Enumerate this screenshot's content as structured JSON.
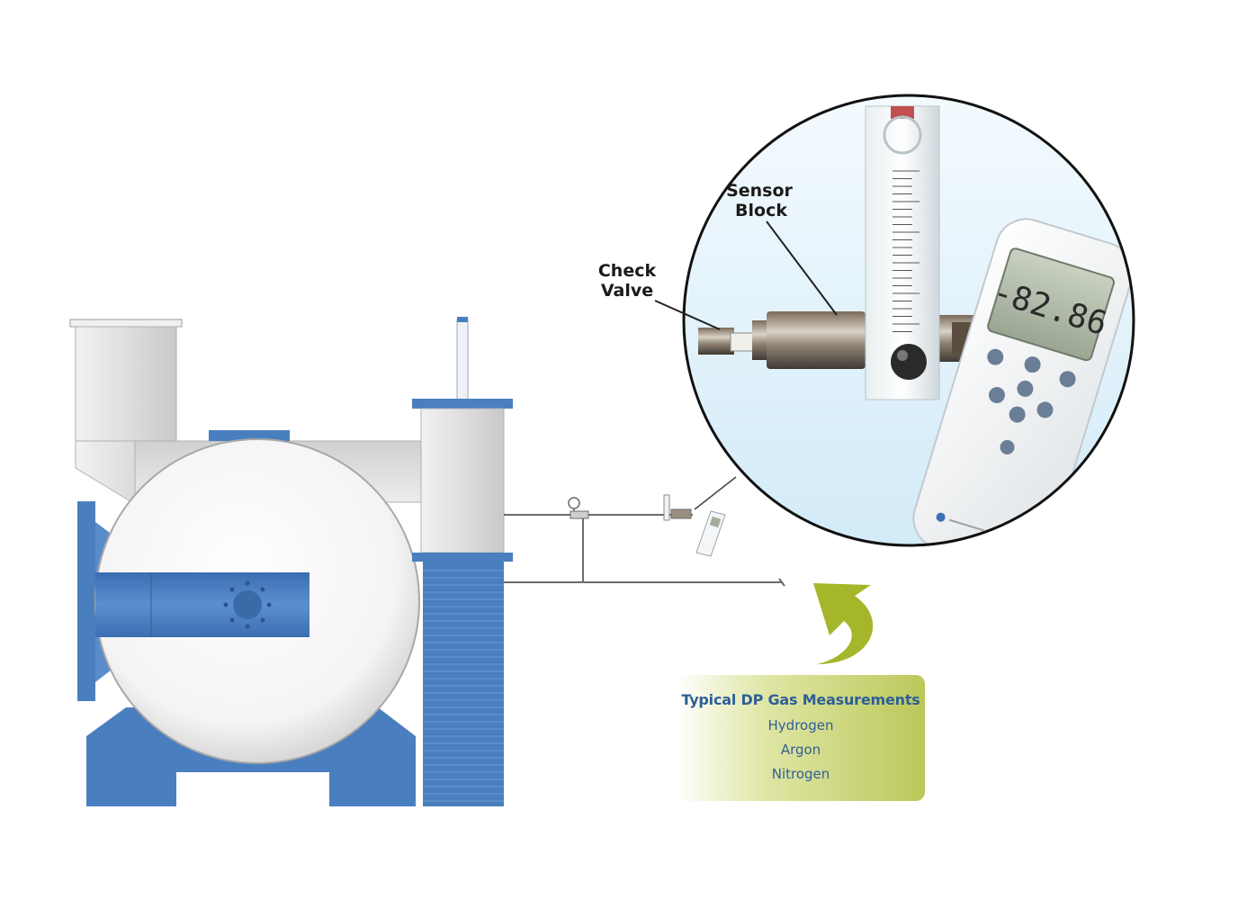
{
  "labels": {
    "sensor_block_line1": "Sensor",
    "sensor_block_line2": "Block",
    "check_valve_line1": "Check",
    "check_valve_line2": "Valve"
  },
  "instrument": {
    "readout": "-82.86"
  },
  "measurements": {
    "title": "Typical DP Gas Measurements",
    "items": [
      "Hydrogen",
      "Argon",
      "Nitrogen"
    ]
  },
  "colors": {
    "machine_blue": "#4a7fbf",
    "machine_blue_dark": "#3a6aa8",
    "housing_grey": "#e2e2e2",
    "arrow_green": "#a5b62a",
    "zoom_background": "#e2f1fb",
    "box_green": "#bcc859",
    "text_blue": "#2f5f96"
  }
}
